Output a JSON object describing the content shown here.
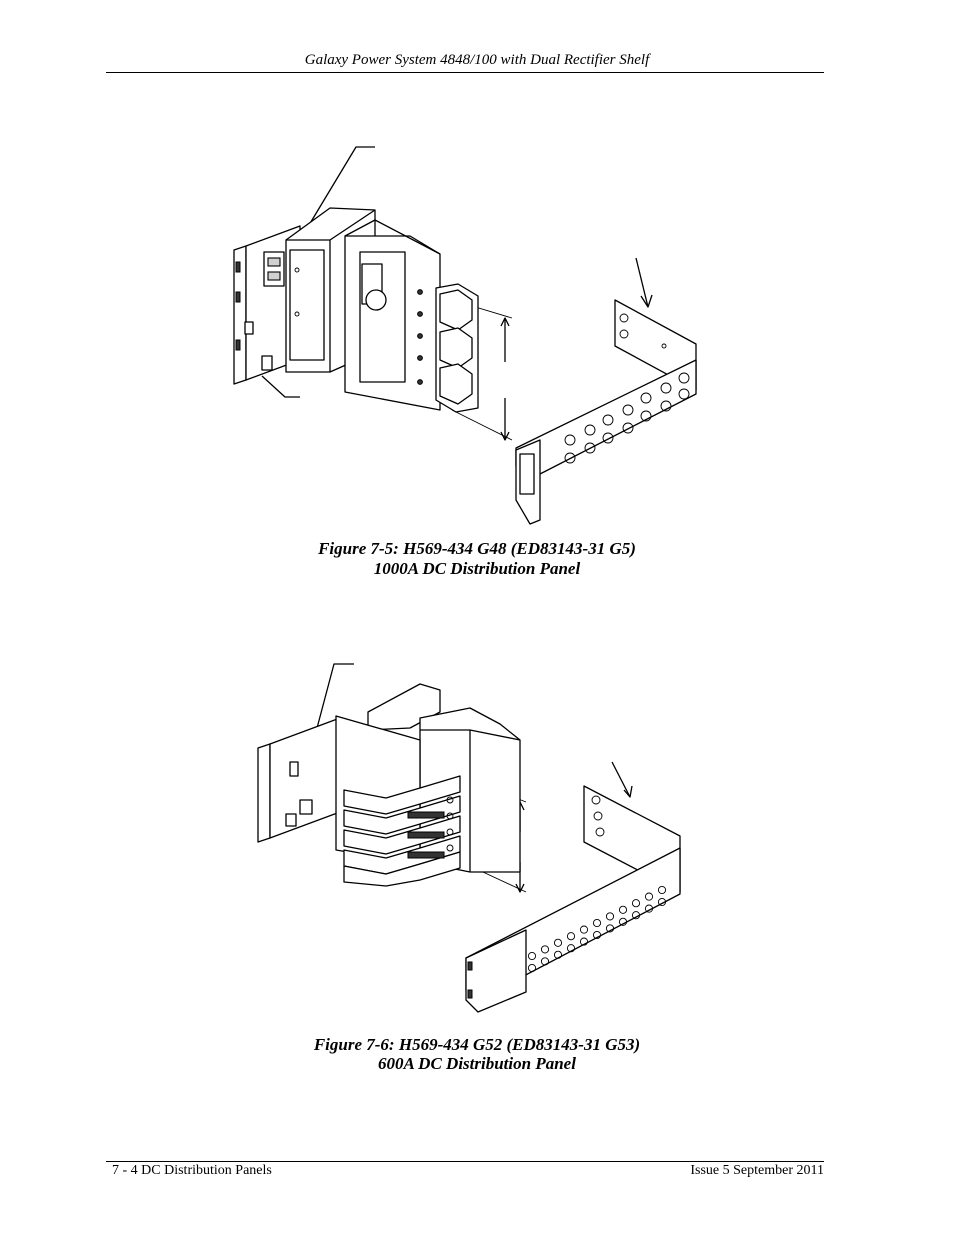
{
  "header": {
    "title": "Galaxy Power System 4848/100 with Dual Rectifier Shelf"
  },
  "figure1": {
    "caption_line1": "Figure 7-5: H569-434 G48 (ED83143-31 G5)",
    "caption_line2": "1000A DC Distribution Panel"
  },
  "figure2": {
    "caption_line1": "Figure 7-6: H569-434 G52 (ED83143-31 G53)",
    "caption_line2": "600A DC Distribution Panel"
  },
  "footer": {
    "left": "7 - 4  DC Distribution Panels",
    "right": "Issue 5 September 2011"
  }
}
